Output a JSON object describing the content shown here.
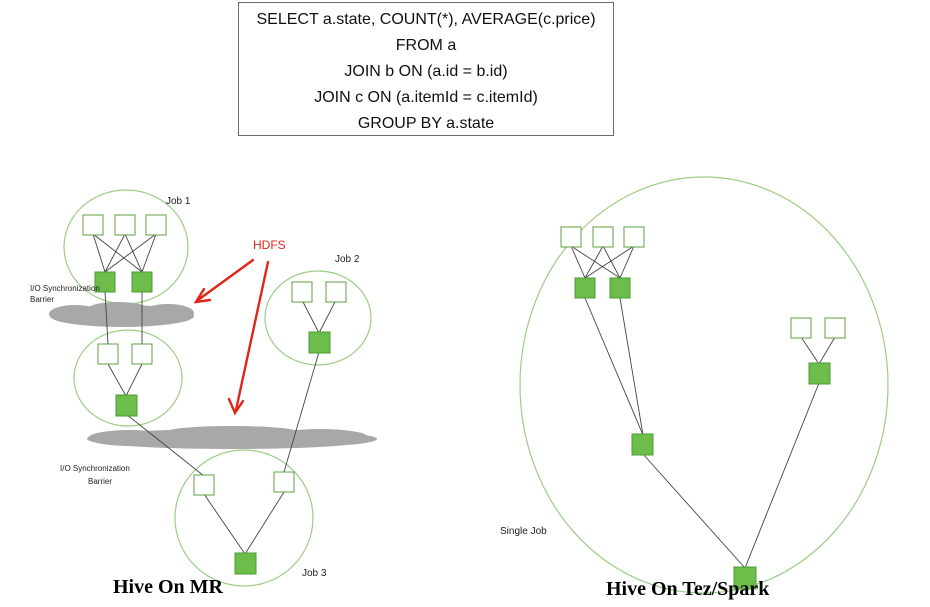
{
  "query": {
    "lines": [
      "SELECT a.state, COUNT(*), AVERAGE(c.price)",
      "FROM a",
      "JOIN b ON (a.id = b.id)",
      "JOIN c ON (a.itemId = c.itemId)",
      "GROUP BY a.state"
    ]
  },
  "mr": {
    "job1": "Job 1",
    "job2": "Job 2",
    "job3": "Job 3",
    "hdfs": "HDFS",
    "barrier1": [
      "I/O Synchronization",
      "Barrier"
    ],
    "barrier2": [
      "I/O Synchronization",
      "Barrier"
    ],
    "caption": "Hive  On MR"
  },
  "tez": {
    "single_job": "Single Job",
    "caption": "Hive  On Tez/Spark"
  },
  "colors": {
    "job_outline": "#9ccd86",
    "node_fill": "#6dbd4a",
    "node_stroke": "#4d9a34",
    "input_stroke": "#5ba03c",
    "edge": "#444444",
    "barrier": "#a8a8a8",
    "hdfs_arrow": "#e0261b"
  }
}
